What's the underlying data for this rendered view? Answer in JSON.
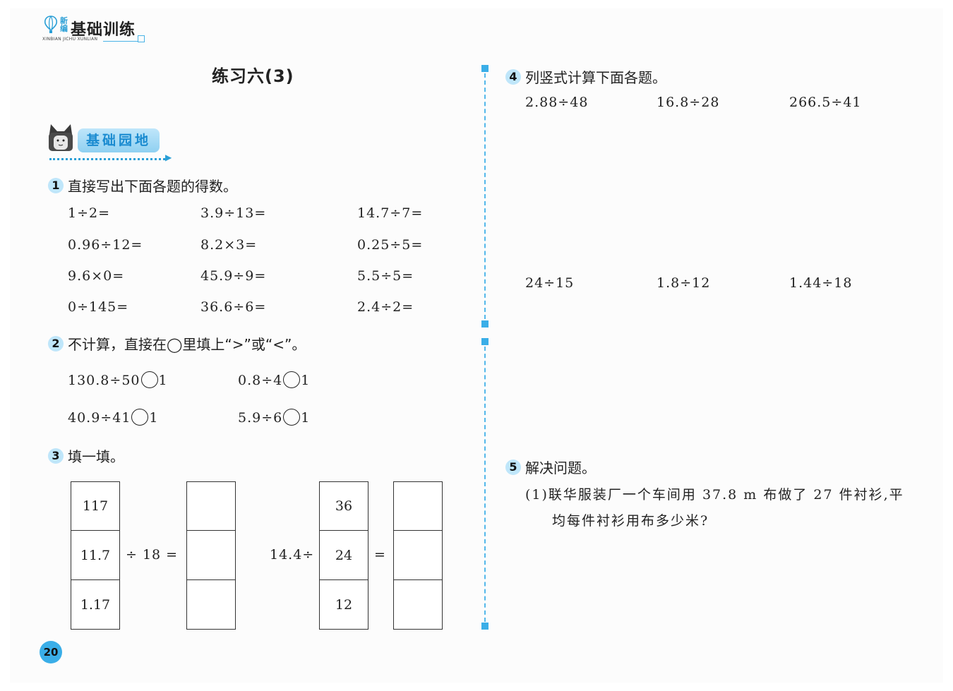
{
  "header": {
    "logo_new": "新编",
    "logo_title": "基础训练",
    "logo_pinyin": "XINBIAN JICHU XUNLIAN"
  },
  "title": "练习六(3)",
  "banner": {
    "label": "基础园地"
  },
  "q1": {
    "num": "1",
    "text": "直接写出下面各题的得数。",
    "rows": [
      [
        "1÷2=",
        "3.9÷13=",
        "14.7÷7="
      ],
      [
        "0.96÷12=",
        "8.2×3=",
        "0.25÷5="
      ],
      [
        "9.6×0=",
        "45.9÷9=",
        "5.5÷5="
      ],
      [
        "0÷145=",
        "36.6÷6=",
        "2.4÷2="
      ]
    ]
  },
  "q2": {
    "num": "2",
    "text": "不计算，直接在◯里填上“>”或“<”。",
    "items": [
      [
        "130.8÷50",
        "1"
      ],
      [
        "0.8÷4",
        "1"
      ],
      [
        "40.9÷41",
        "1"
      ],
      [
        "5.9÷6",
        "1"
      ]
    ]
  },
  "q3": {
    "num": "3",
    "text": "填一填。",
    "left_values": [
      "117",
      "11.7",
      "1.17"
    ],
    "left_op": "÷ 18 =",
    "right_prefix": "14.4÷",
    "right_values": [
      "36",
      "24",
      "12"
    ],
    "right_eq": "="
  },
  "q4": {
    "num": "4",
    "text": "列竖式计算下面各题。",
    "row1": [
      "2.88÷48",
      "16.8÷28",
      "266.5÷41"
    ],
    "row2": [
      "24÷15",
      "1.8÷12",
      "1.44÷18"
    ]
  },
  "q5": {
    "num": "5",
    "text": "解决问题。",
    "p1_line1": "(1)联华服装厂一个车间用 37.8 m 布做了 27 件衬衫,平",
    "p1_line2": "均每件衬衫用布多少米?"
  },
  "page_number": "20",
  "colors": {
    "accent": "#3aaee8",
    "banner_bg": "#bfe6fa",
    "banner_text": "#1a8bd0"
  }
}
